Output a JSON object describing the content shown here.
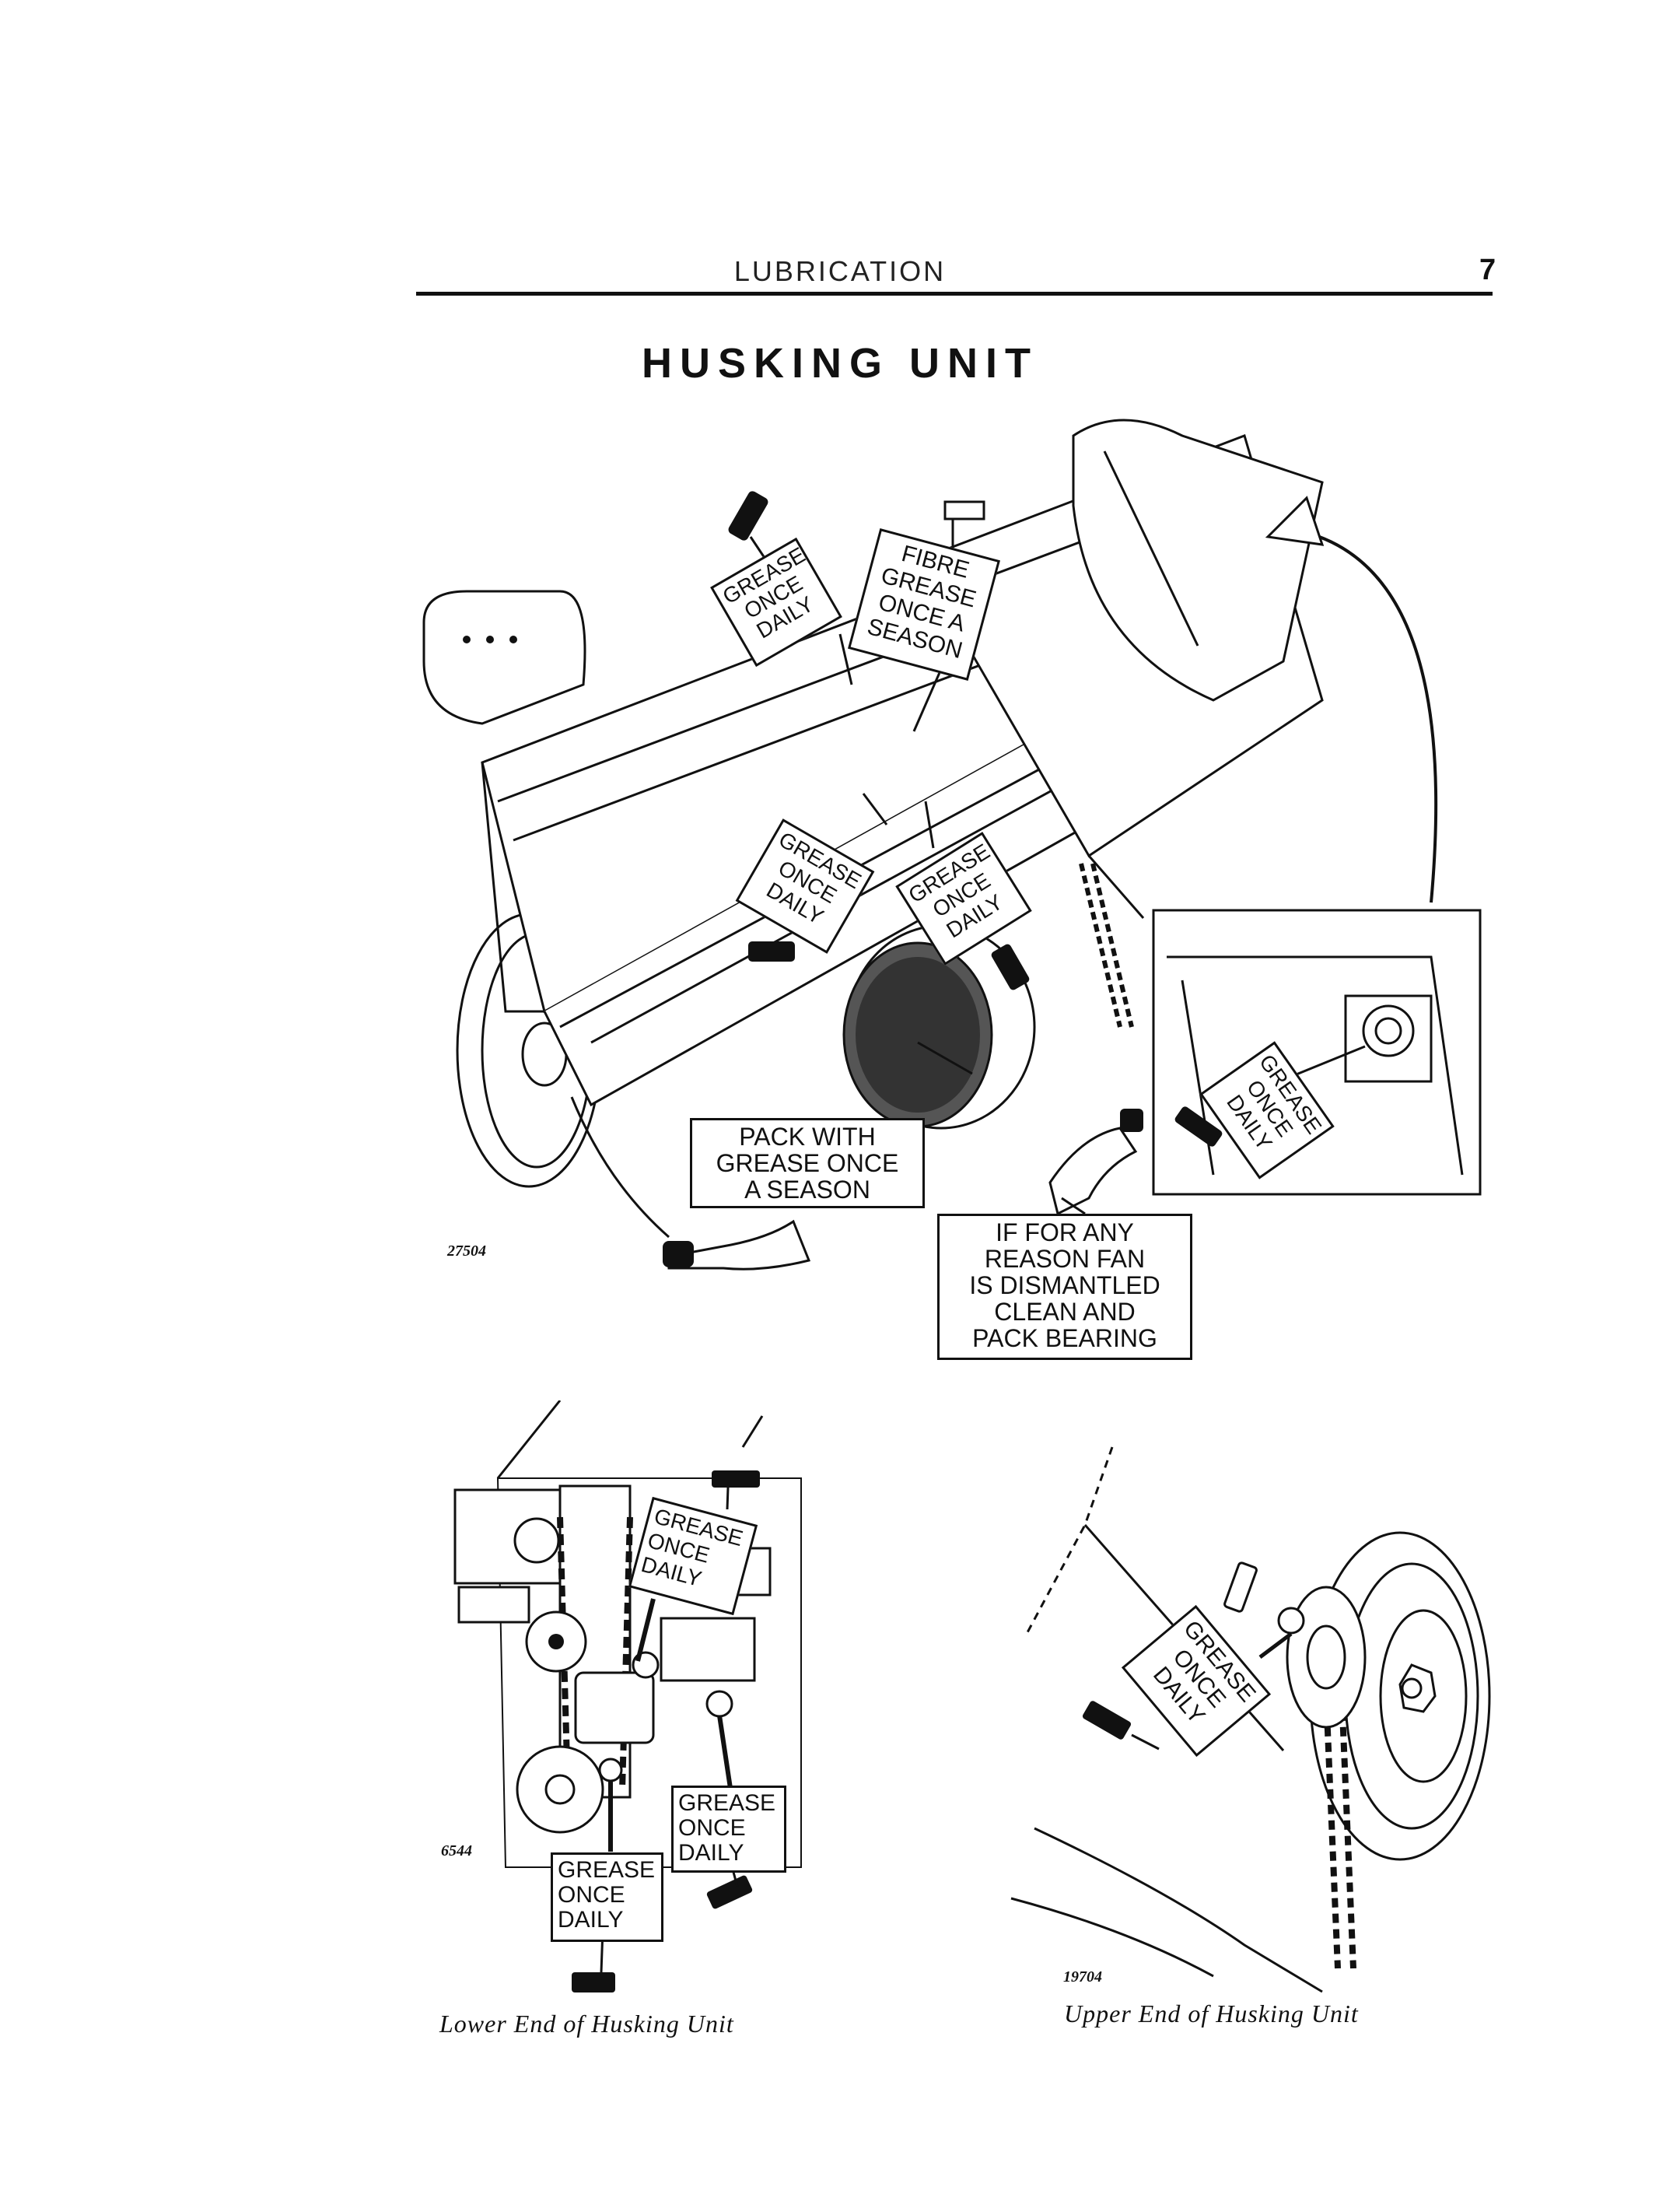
{
  "header": {
    "section": "LUBRICATION",
    "page_number": "7"
  },
  "title": "HUSKING UNIT",
  "main_figure": {
    "figure_number": "27504",
    "labels": {
      "grease_top_left": "GREASE\nONCE\nDAILY",
      "fibre": "FIBRE\nGREASE\nONCE A\nSEASON",
      "grease_mid_left": "GREASE\nONCE\nDAILY",
      "grease_mid_right": "GREASE\nONCE\nDAILY",
      "grease_inset": "GREASE\nONCE\nDAILY",
      "pack_with": "PACK WITH\nGREASE ONCE\nA SEASON",
      "fan_note": "IF FOR ANY\nREASON FAN\nIS DISMANTLED\nCLEAN AND\nPACK BEARING"
    }
  },
  "lower_figure": {
    "figure_number": "6544",
    "caption": "Lower End of Husking Unit",
    "labels": {
      "grease_top": "GREASE\nONCE\nDAILY",
      "grease_right": "GREASE\nONCE\nDAILY",
      "grease_bottom": "GREASE\nONCE\nDAILY"
    }
  },
  "upper_figure": {
    "figure_number": "19704",
    "caption": "Upper End of Husking Unit",
    "labels": {
      "grease": "GREASE\nONCE\nDAILY"
    }
  }
}
